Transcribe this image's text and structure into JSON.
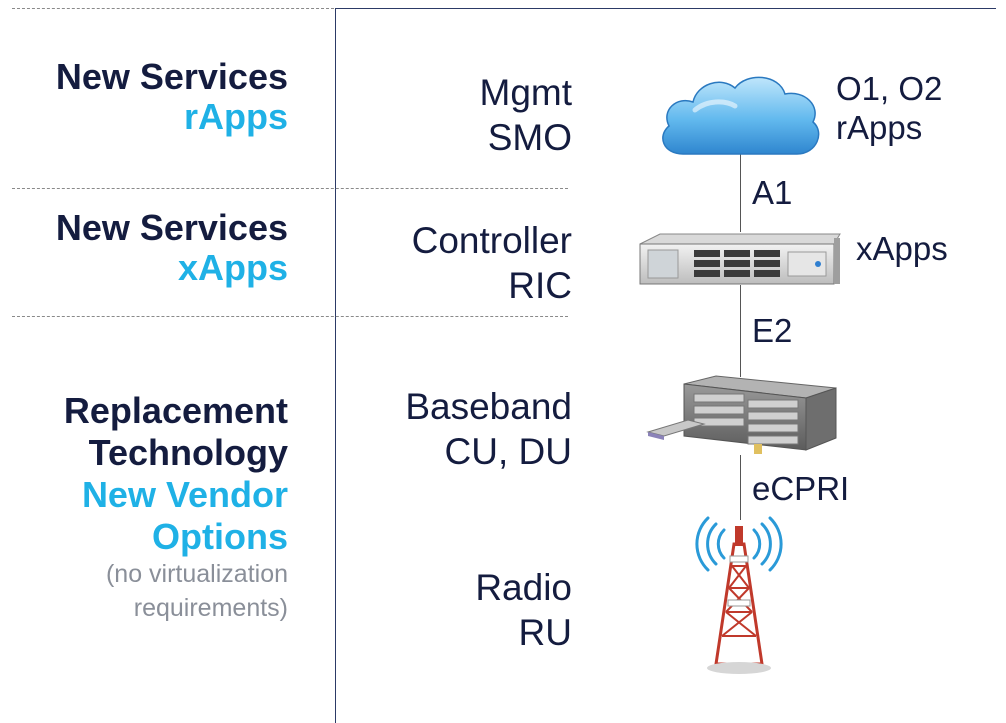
{
  "left": {
    "rapps": {
      "title": "New Services",
      "subtitle": "rApps"
    },
    "xapps": {
      "title": "New Services",
      "subtitle": "xApps"
    },
    "replacement": {
      "title_line1": "Replacement",
      "title_line2": "Technology",
      "subtitle_line1": "New Vendor",
      "subtitle_line2": "Options",
      "note_line1": "(no virtualization",
      "note_line2": "requirements)"
    }
  },
  "middle": {
    "smo": {
      "line1": "Mgmt",
      "line2": "SMO"
    },
    "ric": {
      "line1": "Controller",
      "line2": "RIC"
    },
    "baseband": {
      "line1": "Baseband",
      "line2": "CU, DU"
    },
    "radio": {
      "line1": "Radio",
      "line2": "RU"
    }
  },
  "right": {
    "cloud_label_line1": "O1, O2",
    "cloud_label_line2": "rApps",
    "a1": "A1",
    "server_label": "xApps",
    "e2": "E2",
    "ecpri": "eCPRI"
  },
  "colors": {
    "navy": "#141c3f",
    "cyan": "#1fb1e6",
    "grey": "#8a8f99"
  },
  "icons": [
    "cloud-icon",
    "rack-server-icon",
    "baseband-unit-icon",
    "radio-tower-icon"
  ]
}
